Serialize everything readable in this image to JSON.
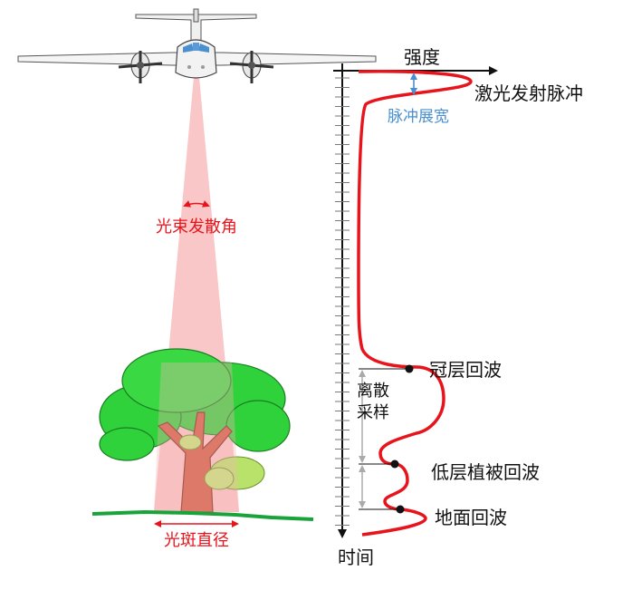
{
  "labels": {
    "beam_divergence": "光束发散角",
    "footprint_diameter": "光斑直径",
    "intensity_axis": "强度",
    "time_axis": "时间",
    "emitted_pulse": "激光发射脉冲",
    "pulse_width": "脉冲展宽",
    "canopy_return": "冠层回波",
    "understory_return": "低层植被回波",
    "ground_return": "地面回波",
    "discrete_sampling_line1": "离散",
    "discrete_sampling_line2": "采样"
  },
  "colors": {
    "waveform": "#e8141c",
    "beam": "#f7b4b4",
    "annotation_red": "#e8141c",
    "annotation_blue": "#4a90d0",
    "ground": "#1aa33a",
    "canopy": "#2fd23a",
    "trunk": "#d0593f"
  }
}
